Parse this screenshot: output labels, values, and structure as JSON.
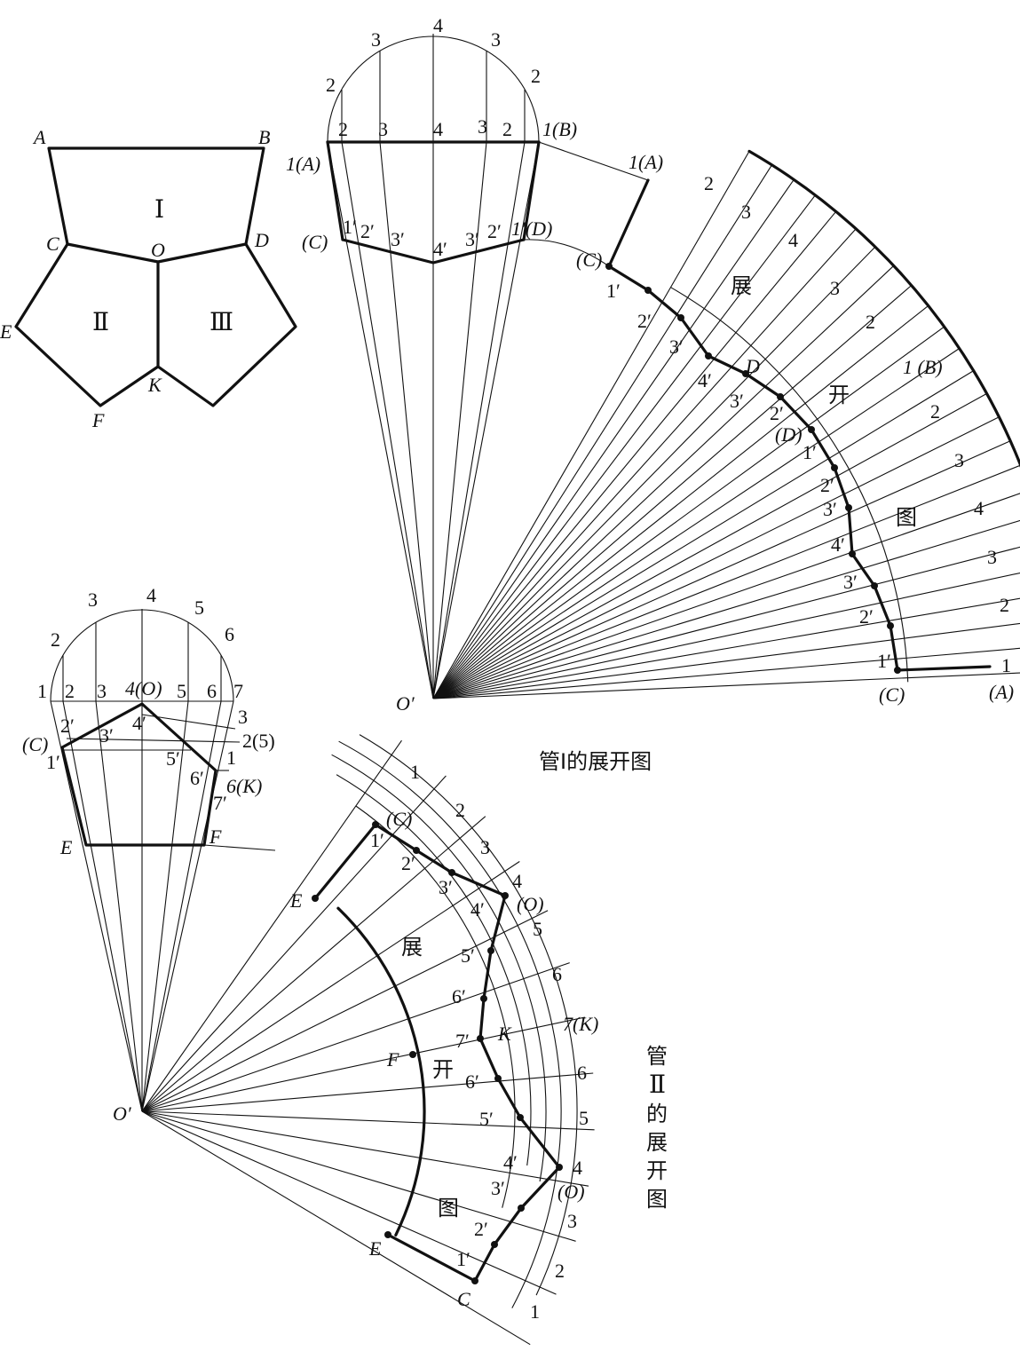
{
  "key_diagram": {
    "region_labels": [
      "Ⅰ",
      "Ⅱ",
      "Ⅲ"
    ],
    "point_labels": {
      "A": "A",
      "B": "B",
      "C": "C",
      "D": "D",
      "O": "O",
      "E": "E",
      "F": "F",
      "K": "K"
    }
  },
  "pipe1": {
    "arc_numbers": {
      "n1": "1",
      "n2": "2",
      "n3": "3",
      "n4": "4"
    },
    "left_end": "1(A)",
    "right_end": "1(B)",
    "c_label": "(C)",
    "d_label": "1′(D)",
    "primes": {
      "p1": "1′",
      "p2": "2′",
      "p3": "3′",
      "p4": "4′"
    },
    "apex": "O′",
    "dev_top": "1(A)",
    "dev_c_top": "(C)",
    "dev_b": "1 (B)",
    "dev_d_bare": "D",
    "dev_d": "(D)",
    "dev_c_bottom": "(C)",
    "dev_a_bottom": "(A)",
    "word_zhan": "展",
    "word_kai": "开",
    "word_tu": "图",
    "caption": "管Ⅰ的展开图"
  },
  "pipe2": {
    "arc_numbers": {
      "n1": "1",
      "n2": "2",
      "n3": "3",
      "n4": "4",
      "n5": "5",
      "n6": "6",
      "n7": "7"
    },
    "top_o": "4(O)",
    "c_label": "(C)",
    "e_label": "E",
    "f_label": "F",
    "primes": {
      "p1": "1′",
      "p2": "2′",
      "p3": "3′",
      "p4": "4′",
      "p5": "5′",
      "p6": "6′",
      "p7": "7′"
    },
    "ray_3": "3",
    "ray_25": "2(5)",
    "ray_1": "1",
    "ray_6k": "6(K)",
    "apex": "O′",
    "dev_c": "(C)",
    "dev_o": "(O)",
    "dev_7k": "7(K)",
    "dev_k": "K",
    "dev_e": "E",
    "dev_f": "F",
    "dev_o_bottom": "(O)",
    "dev_c_bottom": "C",
    "word_zhan": "展",
    "word_kai": "开",
    "word_tu": "图",
    "caption_chars": [
      "管",
      "Ⅱ",
      "的",
      "展",
      "开",
      "图"
    ]
  }
}
